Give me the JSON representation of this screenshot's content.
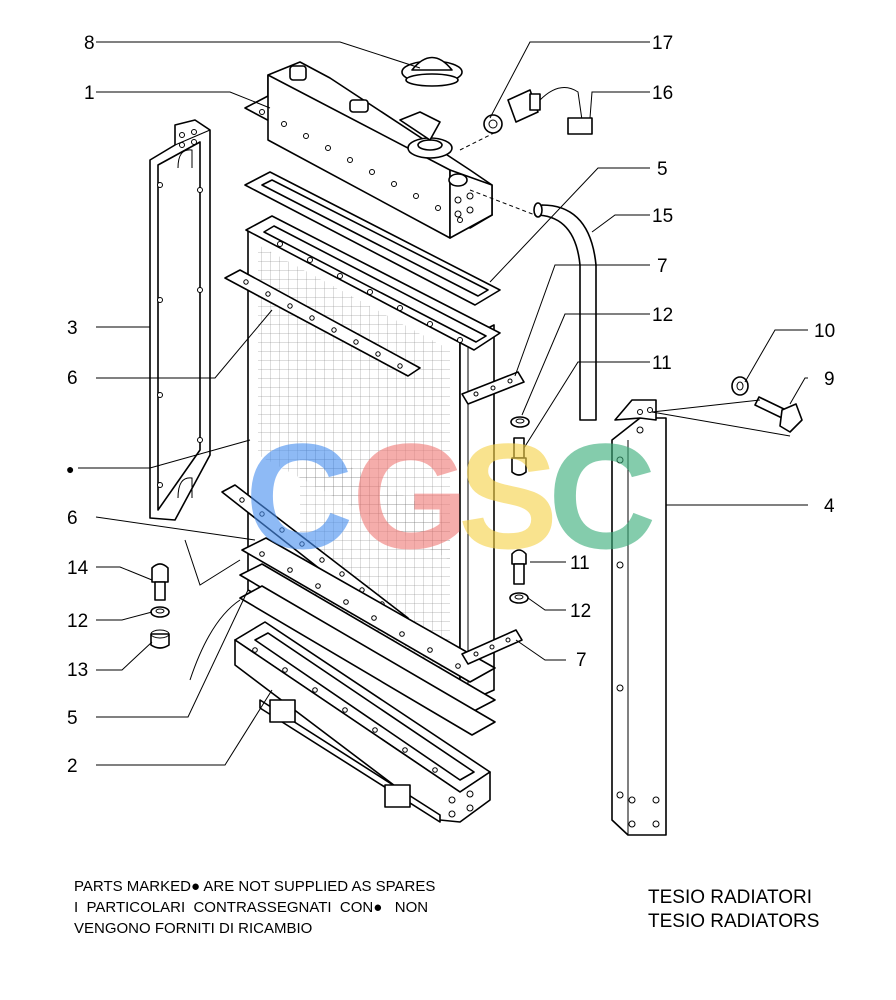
{
  "callouts": {
    "c1": "1",
    "c2": "2",
    "c3": "3",
    "c4": "4",
    "c5a": "5",
    "c5b": "5",
    "c6a": "6",
    "c6b": "6",
    "c7a": "7",
    "c7b": "7",
    "c8": "8",
    "c9": "9",
    "c10": "10",
    "c11a": "11",
    "c11b": "11",
    "c12a": "12",
    "c12b": "12",
    "c12c": "12",
    "c13": "13",
    "c14": "14",
    "c15": "15",
    "c16": "16",
    "c17": "17",
    "dot": "●"
  },
  "watermark": {
    "c1": "C",
    "g": "G",
    "s": "S",
    "c2": "C",
    "colors": [
      "#4a90f0",
      "#f07c78",
      "#f6d24a",
      "#3aad7a"
    ]
  },
  "notes": {
    "line1": "PARTS MARKED● ARE NOT SUPPLIED AS SPARES",
    "line2": "I  PARTICOLARI  CONTRASSEGNATI  CON●   NON",
    "line3": "VENGONO FORNITI DI RICAMBIO"
  },
  "title": {
    "line1": "TESIO RADIATORI",
    "line2": "TESIO RADIATORS"
  }
}
